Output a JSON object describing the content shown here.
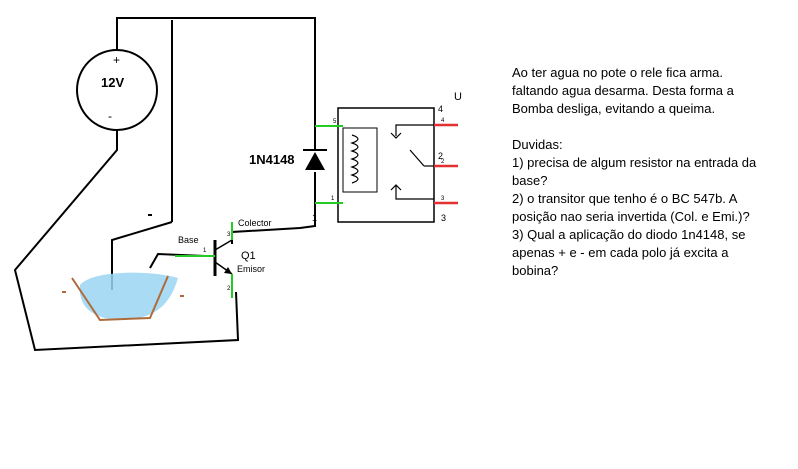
{
  "circuit": {
    "battery": {
      "voltage": "12V",
      "positive": "+",
      "negative": "-"
    },
    "diode": {
      "part": "1N4148"
    },
    "transistor": {
      "ref": "Q1",
      "base": "Base",
      "collector": "Colector",
      "emitter": "Emisor"
    },
    "relay": {
      "ref": "U",
      "pins": {
        "p1": "1",
        "p2": "2",
        "p3": "3",
        "p4": "4"
      },
      "small_pins": {
        "p5": "5",
        "p4": "4",
        "p2": "2",
        "p3": "3",
        "p1": "1"
      }
    },
    "transistor_pins": {
      "base": "1",
      "collector": "3",
      "emitter": "2"
    },
    "colors": {
      "wire": "#000000",
      "pin": "#22cc22",
      "relay_contact": "#e03030",
      "water": "#8fd0ef",
      "probe": "#b06a3a"
    }
  },
  "notes": {
    "intro": [
      "Ao ter agua no pote o rele fica arma.",
      "faltando agua desarma. Desta forma a",
      "Bomba desliga, evitando a queima."
    ],
    "heading": "Duvidas:",
    "questions": [
      "1) precisa de algum resistor na entrada da",
      "base?",
      "2) o transitor que tenho é o BC 547b. A",
      "posição nao seria invertida (Col. e Emi.)?",
      "3) Qual a aplicação do diodo 1n4148, se",
      "apenas + e - em cada polo já excita a",
      "bobina?"
    ]
  }
}
